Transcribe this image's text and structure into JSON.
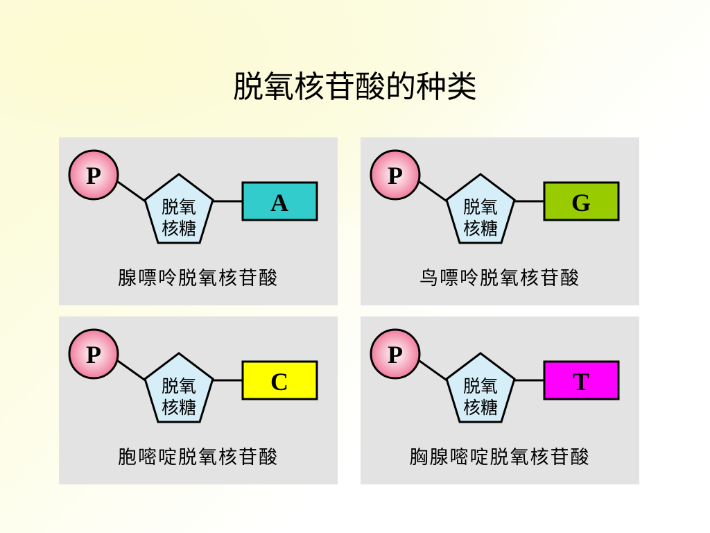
{
  "slide": {
    "title": "脱氧核苷酸的种类"
  },
  "panels": [
    {
      "phosphate_label": "P",
      "sugar_line1": "脱氧",
      "sugar_line2": "核糖",
      "base_label": "A",
      "base_color": "#33cccc",
      "caption": "腺嘌呤脱氧核苷酸"
    },
    {
      "phosphate_label": "P",
      "sugar_line1": "脱氧",
      "sugar_line2": "核糖",
      "base_label": "G",
      "base_color": "#99cc00",
      "caption": "鸟嘌呤脱氧核苷酸"
    },
    {
      "phosphate_label": "P",
      "sugar_line1": "脱氧",
      "sugar_line2": "核糖",
      "base_label": "C",
      "base_color": "#ffff00",
      "caption": "胞嘧啶脱氧核苷酸"
    },
    {
      "phosphate_label": "P",
      "sugar_line1": "脱氧",
      "sugar_line2": "核糖",
      "base_label": "T",
      "base_color": "#ff00ff",
      "caption": "胸腺嘧啶脱氧核苷酸"
    }
  ],
  "colors": {
    "panel_bg": "#e3e3e3",
    "phosphate_fill": "#f27a9a",
    "sugar_fill": "#d6eef8",
    "outline": "#000000"
  }
}
